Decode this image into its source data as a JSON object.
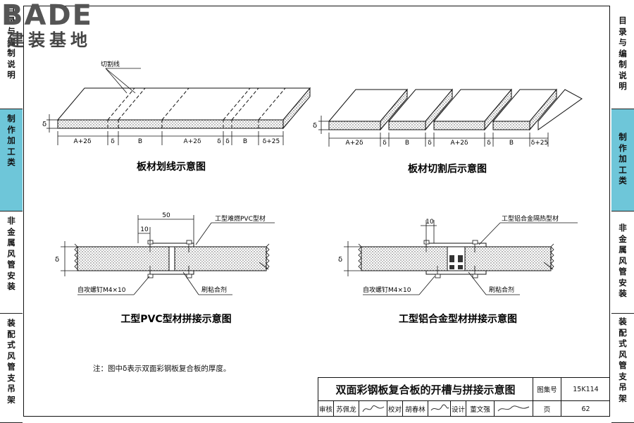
{
  "logo": {
    "brand": "BADE",
    "subtitle": "建装基地"
  },
  "left_tabs": [
    {
      "label": "目录与编制说明",
      "active": false
    },
    {
      "label": "制作加工类",
      "active": true
    },
    {
      "label": "非金属风管安装",
      "active": false
    },
    {
      "label": "装配式风管支吊架",
      "active": false
    }
  ],
  "right_tabs": [
    {
      "label": "目录与编制说明",
      "active": false
    },
    {
      "label": "制作加工类",
      "active": true
    },
    {
      "label": "非金属风管安装",
      "active": false
    },
    {
      "label": "装配式风管支吊架",
      "active": false
    }
  ],
  "fig1": {
    "caption": "板材划线示意图",
    "cut_line_label": "切割线",
    "thickness": "δ",
    "dims": [
      "A+2δ",
      "δ",
      "B",
      "δ",
      "A+2δ",
      "δ",
      "B",
      "δ+25"
    ]
  },
  "fig2": {
    "caption": "板材切割后示意图",
    "thickness": "δ",
    "dims": [
      "A+2δ",
      "δ",
      "B",
      "δ",
      "A+2δ",
      "δ",
      "B",
      "δ+25"
    ]
  },
  "fig3": {
    "caption": "工型PVC型材拼接示意图",
    "profile_label": "工型难燃PVC型材",
    "screw_label": "自攻螺钉M4×10",
    "glue_label": "刷粘合剂",
    "dim_50": "50",
    "dim_10": "10",
    "thickness": "δ"
  },
  "fig4": {
    "caption": "工型铝合金型材拼接示意图",
    "profile_label": "工型铝合金隔热型材",
    "screw_label": "自攻螺钉M4×10",
    "glue_label": "刷粘合剂",
    "dim_10": "10",
    "thickness": "δ"
  },
  "note": "注：图中δ表示双面彩钢板复合板的厚度。",
  "title_block": {
    "title": "双面彩钢板复合板的开槽与拼接示意图",
    "atlas_label": "图集号",
    "atlas_no": "15K114",
    "review_label": "审核",
    "review_name": "苏佩龙",
    "check_label": "校对",
    "check_name": "胡春林",
    "design_label": "设计",
    "design_name": "董文强",
    "page_label": "页",
    "page_no": "62"
  },
  "colors": {
    "accent_tab": "#6ec6d9",
    "line": "#111111",
    "fill_pattern": "#555555"
  }
}
